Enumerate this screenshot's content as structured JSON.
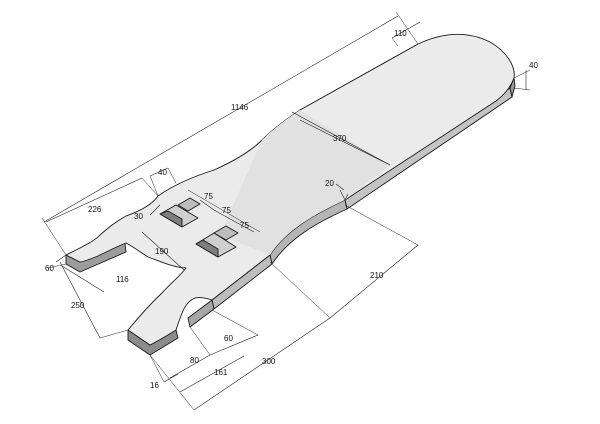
{
  "dimensions": {
    "total_length": "1146",
    "end_radius_offset": "110",
    "thickness": "40",
    "mid_width": "370",
    "chamfer_angle": "20",
    "left_upper_width": "226",
    "upper_notch": "40",
    "notch_depth_upper": "30",
    "slot_a": "75",
    "slot_b": "75",
    "slot_c": "75",
    "slot_length": "190",
    "left_edge_offset": "60",
    "left_gap": "116",
    "left_lower_width": "250",
    "lower_offset_right": "210",
    "lower_span": "300",
    "lower_notch_a": "60",
    "lower_notch_b": "80",
    "lower_notch_c": "161",
    "lower_edge_offset": "16"
  },
  "colors": {
    "top_face": "#ebebeb",
    "light_face": "#f4f4f4",
    "side_face": "#bfbfbf",
    "dark_face": "#8c8c8c",
    "edge": "#1a1a1a"
  }
}
